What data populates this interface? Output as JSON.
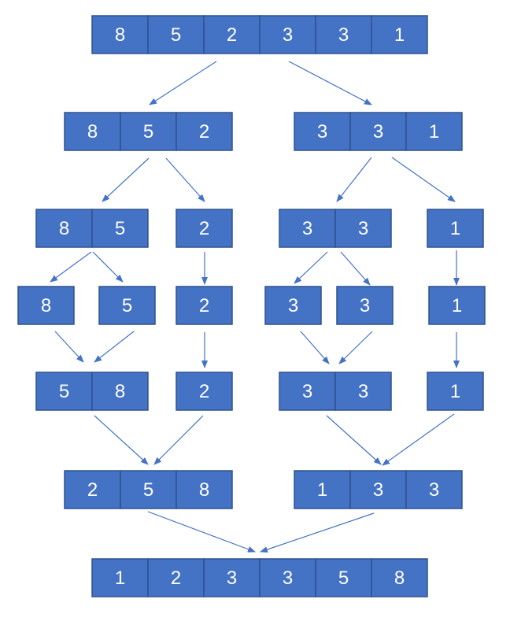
{
  "diagram": {
    "colors": {
      "cell_fill": "#4472C4",
      "cell_border": "#2F528F",
      "arrow": "#4472C4",
      "text": "#ffffff"
    },
    "arrays": [
      {
        "id": "input",
        "level": 0,
        "values": [
          "8",
          "5",
          "2",
          "3",
          "3",
          "1"
        ]
      },
      {
        "id": "split-l",
        "level": 1,
        "values": [
          "8",
          "5",
          "2"
        ]
      },
      {
        "id": "split-r",
        "level": 1,
        "values": [
          "3",
          "3",
          "1"
        ]
      },
      {
        "id": "s-ll",
        "level": 2,
        "values": [
          "8",
          "5"
        ]
      },
      {
        "id": "s-lr",
        "level": 2,
        "values": [
          "2"
        ]
      },
      {
        "id": "s-rl",
        "level": 2,
        "values": [
          "3",
          "3"
        ]
      },
      {
        "id": "s-rr",
        "level": 2,
        "values": [
          "1"
        ]
      },
      {
        "id": "leaf-1",
        "level": 3,
        "values": [
          "8"
        ]
      },
      {
        "id": "leaf-2",
        "level": 3,
        "values": [
          "5"
        ]
      },
      {
        "id": "leaf-3",
        "level": 3,
        "values": [
          "2"
        ]
      },
      {
        "id": "leaf-4",
        "level": 3,
        "values": [
          "3"
        ]
      },
      {
        "id": "leaf-5",
        "level": 3,
        "values": [
          "3"
        ]
      },
      {
        "id": "leaf-6",
        "level": 3,
        "values": [
          "1"
        ]
      },
      {
        "id": "m-ll",
        "level": 4,
        "values": [
          "5",
          "8"
        ]
      },
      {
        "id": "m-lr",
        "level": 4,
        "values": [
          "2"
        ]
      },
      {
        "id": "m-rl",
        "level": 4,
        "values": [
          "3",
          "3"
        ]
      },
      {
        "id": "m-rr",
        "level": 4,
        "values": [
          "1"
        ]
      },
      {
        "id": "merge-l",
        "level": 5,
        "values": [
          "2",
          "5",
          "8"
        ]
      },
      {
        "id": "merge-r",
        "level": 5,
        "values": [
          "1",
          "3",
          "3"
        ]
      },
      {
        "id": "output",
        "level": 6,
        "values": [
          "1",
          "2",
          "3",
          "3",
          "5",
          "8"
        ]
      }
    ],
    "arrows": [
      {
        "from": "input",
        "to": "split-l"
      },
      {
        "from": "input",
        "to": "split-r"
      },
      {
        "from": "split-l",
        "to": "s-ll"
      },
      {
        "from": "split-l",
        "to": "s-lr"
      },
      {
        "from": "split-r",
        "to": "s-rl"
      },
      {
        "from": "split-r",
        "to": "s-rr"
      },
      {
        "from": "s-ll",
        "to": "leaf-1"
      },
      {
        "from": "s-ll",
        "to": "leaf-2"
      },
      {
        "from": "s-lr",
        "to": "leaf-3"
      },
      {
        "from": "s-rl",
        "to": "leaf-4"
      },
      {
        "from": "s-rl",
        "to": "leaf-5"
      },
      {
        "from": "s-rr",
        "to": "leaf-6"
      },
      {
        "from": "leaf-1",
        "to": "m-ll"
      },
      {
        "from": "leaf-2",
        "to": "m-ll"
      },
      {
        "from": "leaf-3",
        "to": "m-lr"
      },
      {
        "from": "leaf-4",
        "to": "m-rl"
      },
      {
        "from": "leaf-5",
        "to": "m-rl"
      },
      {
        "from": "leaf-6",
        "to": "m-rr"
      },
      {
        "from": "m-ll",
        "to": "merge-l"
      },
      {
        "from": "m-lr",
        "to": "merge-l"
      },
      {
        "from": "m-rl",
        "to": "merge-r"
      },
      {
        "from": "m-rr",
        "to": "merge-r"
      },
      {
        "from": "merge-l",
        "to": "output"
      },
      {
        "from": "merge-r",
        "to": "output"
      }
    ]
  }
}
